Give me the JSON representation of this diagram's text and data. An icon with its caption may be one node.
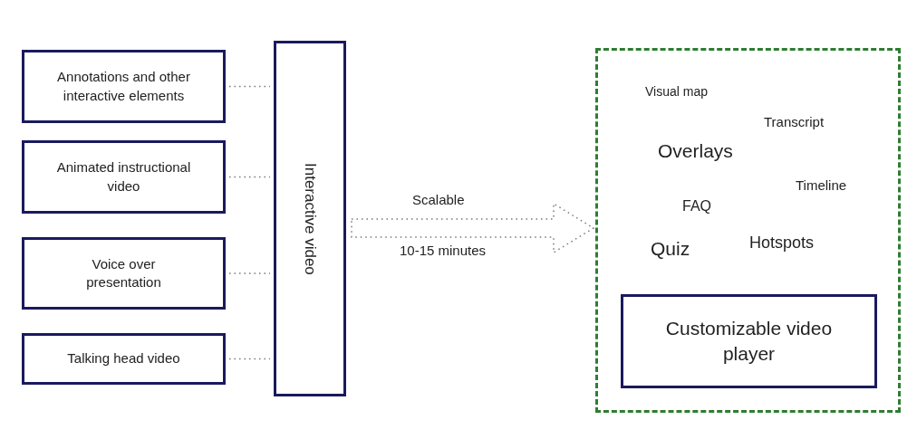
{
  "diagram": {
    "nodes": [
      {
        "text": [
          "Annotations and other interactive elements"
        ]
      },
      {
        "text": [
          "Animated instructional video"
        ]
      },
      {
        "text": [
          "Voice over presentation"
        ]
      },
      {
        "text": [
          "Talking head video"
        ]
      },
      {
        "text": [
          "Interactive video"
        ]
      },
      {
        "text": [],
        "shape": "box"
      },
      {
        "text": [
          "Customizable video player"
        ],
        "in": 5
      }
    ],
    "edges": [
      {
        "from": 0,
        "to": 4,
        "arrow": "none",
        "style": "dashed"
      },
      {
        "from": 1,
        "to": 4,
        "arrow": "none",
        "style": "dashed"
      },
      {
        "from": 2,
        "to": 4,
        "arrow": "none",
        "style": "dashed"
      },
      {
        "from": 3,
        "to": 4,
        "arrow": "none",
        "style": "dashed"
      },
      {
        "from": 4,
        "to": 5,
        "arrow": "to",
        "style": "thick",
        "label": "Scalable"
      }
    ],
    "labels": [
      "10-15 minutes",
      "Visual map",
      "Transcript",
      "Overlays",
      "Timeline",
      "FAQ",
      "Quiz",
      "Hotspots"
    ]
  }
}
